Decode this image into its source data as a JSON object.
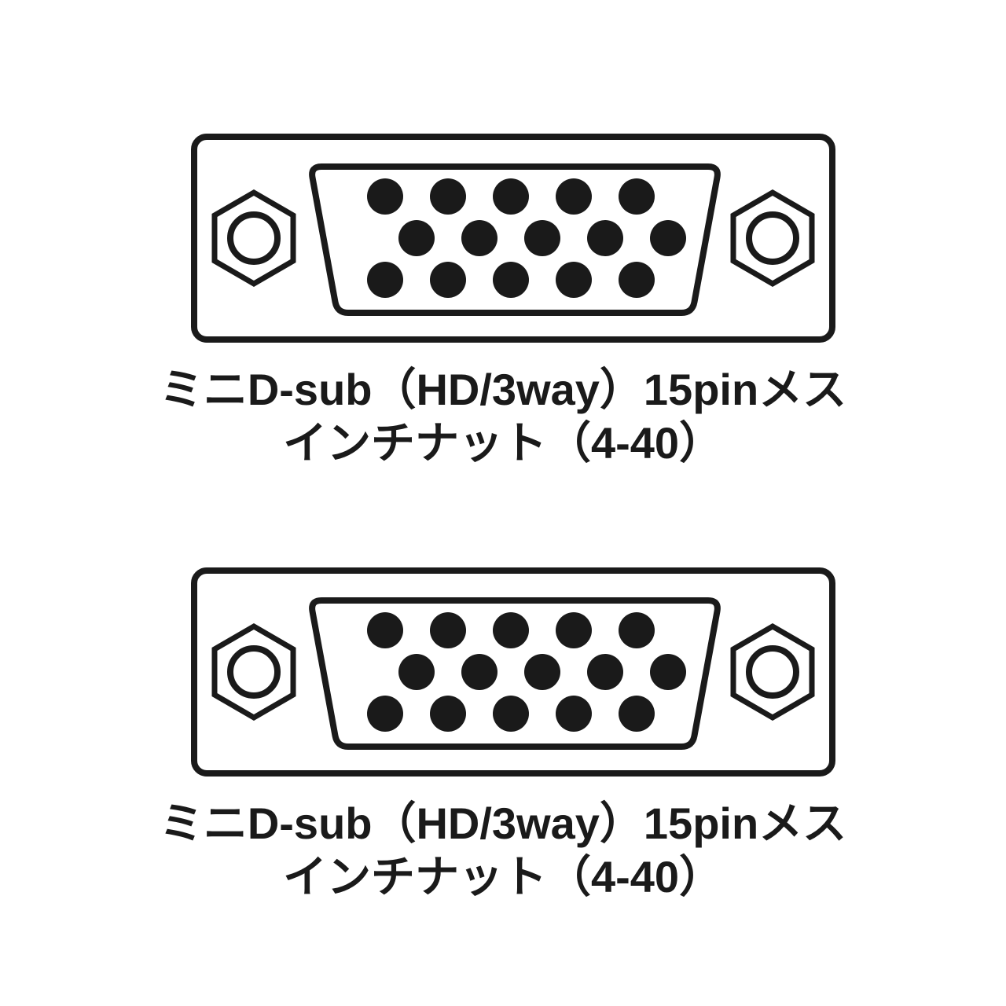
{
  "page": {
    "background": "#ffffff"
  },
  "diagram": {
    "connectors": [
      {
        "name": "mini-dsub-15pin-female-top",
        "label_line1": "ミニD-sub（HD/3way）15pinメス",
        "label_line2": "インチナット（4-40）",
        "pin_count": 15,
        "pin_rows": [
          5,
          5,
          5
        ]
      },
      {
        "name": "mini-dsub-15pin-female-bottom",
        "label_line1": "ミニD-sub（HD/3way）15pinメス",
        "label_line2": "インチナット（4-40）",
        "pin_count": 15,
        "pin_rows": [
          5,
          5,
          5
        ]
      }
    ],
    "colors": {
      "outline": "#1a1a1a",
      "fill": "#ffffff",
      "pin": "#1a1a1a",
      "text": "#1a1a1a"
    }
  }
}
